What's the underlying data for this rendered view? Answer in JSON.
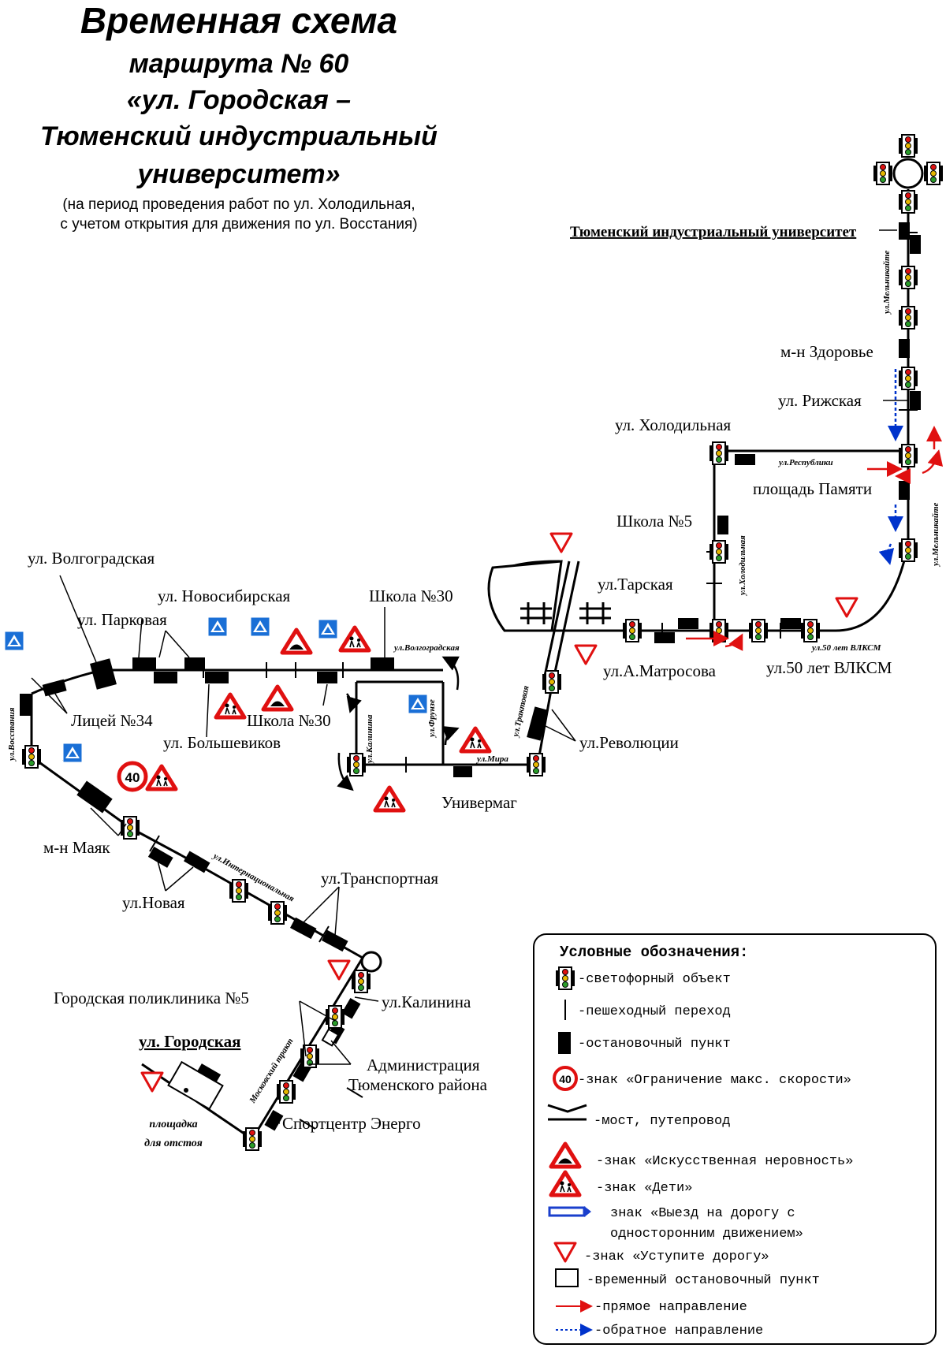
{
  "title": {
    "line1": "Временная схема",
    "line2": "маршрута № 60",
    "line3": "«ул. Городская –",
    "line4": "Тюменский индустриальный",
    "line5": "университет»",
    "note1": "(на период проведения работ по ул. Холодильная,",
    "note2": "с учетом открытия для движения по ул. Восстания)"
  },
  "stops": {
    "tiu": "Тюменский индустриальный университет",
    "zdorovie": "м-н Здоровье",
    "rizhskaya": "ул. Рижская",
    "kholodilnaya": "ул. Холодильная",
    "ploshchad_pamyati": "площадь Памяти",
    "shkola5": "Школа №5",
    "tarskaya": "ул.Тарская",
    "matrosova": "ул.А.Матросова",
    "vlksm": "ул.50 лет ВЛКСМ",
    "revolyutsii": "ул.Революции",
    "univermag": "Универмаг",
    "volgogradskaya": "ул. Волгоградская",
    "novosibirskaya": "ул. Новосибирская",
    "shkola30_top": "Школа №30",
    "parkovaya": "ул. Парковая",
    "litsey34": "Лицей №34",
    "shkola30_bottom": "Школа №30",
    "bolshevikov": "ул. Большевиков",
    "mayak": "м-н Маяк",
    "novaya": "ул.Новая",
    "transportnaya": "ул.Транспортная",
    "kalinina": "ул.Калинина",
    "poliklinika": "Городская поликлиника №5",
    "admin1": "Администрация",
    "admin2": "Тюменского района",
    "gorodskaya": "ул. Городская",
    "energo": "Спортцентр Энерго",
    "ploshchadka1": "площадка",
    "ploshchadka2": "для отстоя"
  },
  "streets": {
    "melnikaite_top": "ул.Мельникайте",
    "melnikaite_bottom": "ул.Мельникайте",
    "respubliki": "ул.Республики",
    "kholodilnaya_v": "ул.Холодильная",
    "vlksm_small": "ул.50 лет ВЛКСМ",
    "traktovaya": "ул.Трактовая",
    "volgogradskaya_small": "ул.Волгоградская",
    "kalinina_v": "ул.Калинина",
    "frunze": "ул.Фрунзе",
    "mira": "ул.Мира",
    "vosstaniya": "ул.Восстания",
    "internatsionalnaya": "ул.Интернациональная",
    "moskovsky": "Московский тракт"
  },
  "speed_limit": "40",
  "legend": {
    "title": "Условные обозначения:",
    "items": [
      "-светофорный объект",
      "-пешеходный переход",
      "-остановочный пункт",
      "-знак «Ограничение макс. скорости»",
      "-мост, путепровод",
      "-знак «Искусственная неровность»",
      "-знак «Дети»",
      "знак «Выезд на дорогу с",
      "односторонним движением»",
      "-знак «Уступите дорогу»",
      "-временный остановочный пункт",
      "-прямое направление",
      "-обратное направление"
    ]
  },
  "colors": {
    "route": "#000000",
    "forward": "#ff0000",
    "reverse": "#0033cc",
    "sign_blue": "#1a6fd6",
    "sign_red": "#e01010"
  }
}
